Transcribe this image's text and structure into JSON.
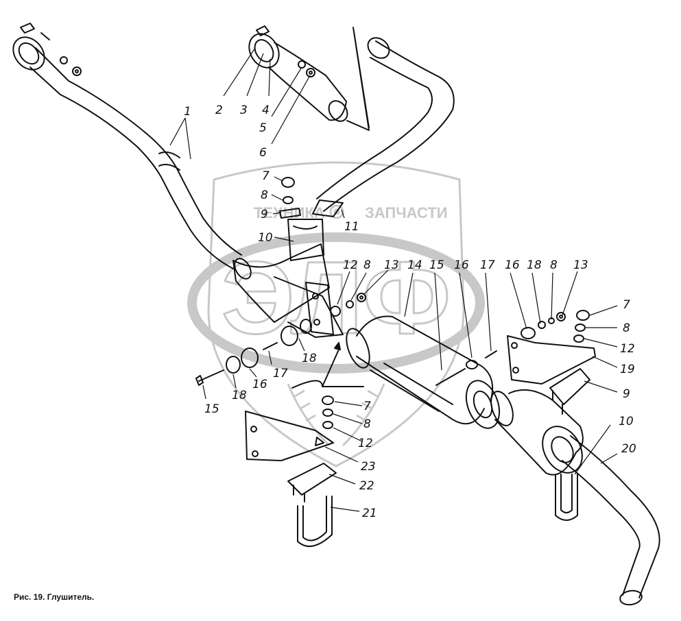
{
  "watermark": {
    "left_text": "ТЕХНИКА",
    "right_text": "ЗАПЧАСТИ",
    "letters": "ЭЛФ",
    "color": "#c8c8c8"
  },
  "caption": "Рис. 19. Глушитель.",
  "labels": {
    "l1": "1",
    "l2": "2",
    "l3": "3",
    "l4": "4",
    "l5": "5",
    "l6": "6",
    "l7a": "7",
    "l8a": "8",
    "l9a": "9",
    "l10a": "10",
    "l11": "11",
    "l12a": "12",
    "l8b": "8",
    "l13a": "13",
    "l14": "14",
    "l15a": "15",
    "l16a": "16",
    "l17a": "17",
    "l16b": "16",
    "l18a": "18",
    "l8c": "8",
    "l13b": "13",
    "l7b": "7",
    "l8d": "8",
    "l12b": "12",
    "l19": "19",
    "l9b": "9",
    "l15b": "15",
    "l18b": "18",
    "l16c": "16",
    "l17b": "17",
    "l18c": "18",
    "l7c": "7",
    "l8e": "8",
    "l12c": "12",
    "l23": "23",
    "l22": "22",
    "l21": "21",
    "l10b": "10",
    "l20": "20"
  },
  "colors": {
    "line": "#111111",
    "watermark": "#c8c8c8"
  }
}
